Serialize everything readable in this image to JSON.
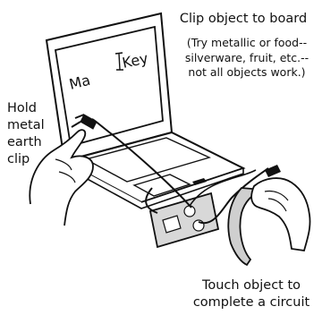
{
  "callouts": {
    "clip_board": "Clip object to board",
    "hint_lines": [
      "(Try metallic or food--",
      "silverware, fruit, etc.--",
      "not all objects work.)"
    ],
    "hold_lines": [
      "Hold",
      "metal",
      "earth",
      "clip"
    ],
    "touch_lines": [
      "Touch object to",
      "complete a circuit"
    ]
  },
  "laptop_screen": {
    "left_text": "Ma",
    "right_text": "Key"
  },
  "colors": {
    "ink": "#111111",
    "board_gray": "#d8d8d8",
    "banana_gray": "#cfcfcf"
  }
}
